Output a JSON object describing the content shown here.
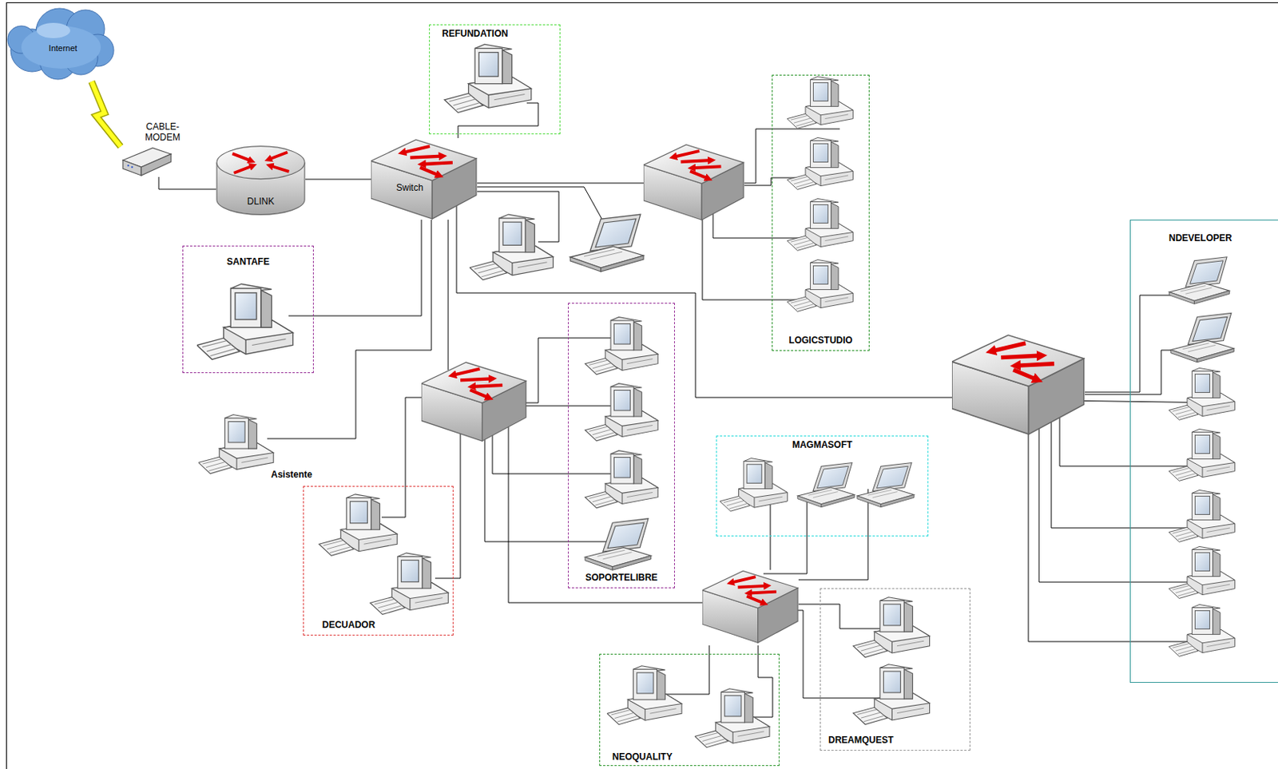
{
  "diagram": {
    "nodes": [
      {
        "text": [
          "Internet"
        ]
      },
      {
        "text": [
          "CABLE- MODEM"
        ]
      },
      {
        "text": [
          "DLINK"
        ]
      },
      {
        "text": [
          "Switch"
        ]
      },
      {
        "text": [
          "REFUNDATION"
        ]
      },
      {
        "text": [
          "LOGICSTUDIO"
        ]
      },
      {
        "text": [
          "SANTAFE"
        ]
      },
      {
        "text": [
          "NDEVELOPER"
        ]
      },
      {
        "text": [
          "SOPORTELIBRE"
        ]
      },
      {
        "text": [
          "Asistente"
        ]
      },
      {
        "text": [
          "MAGMASOFT"
        ]
      },
      {
        "text": [
          "DECUADOR"
        ]
      },
      {
        "text": [
          "DREAMQUEST"
        ]
      },
      {
        "text": [
          "NEOQUALITY"
        ]
      }
    ],
    "edges": [
      {
        "from": 0,
        "to": 1,
        "arrow": "none"
      },
      {
        "from": 1,
        "to": 2,
        "arrow": "none"
      },
      {
        "from": 2,
        "to": 3,
        "arrow": "none"
      },
      {
        "from": 3,
        "to": 4,
        "arrow": "none"
      },
      {
        "from": 3,
        "to": 6,
        "arrow": "none"
      },
      {
        "from": 3,
        "to": 9,
        "arrow": "none"
      }
    ]
  }
}
